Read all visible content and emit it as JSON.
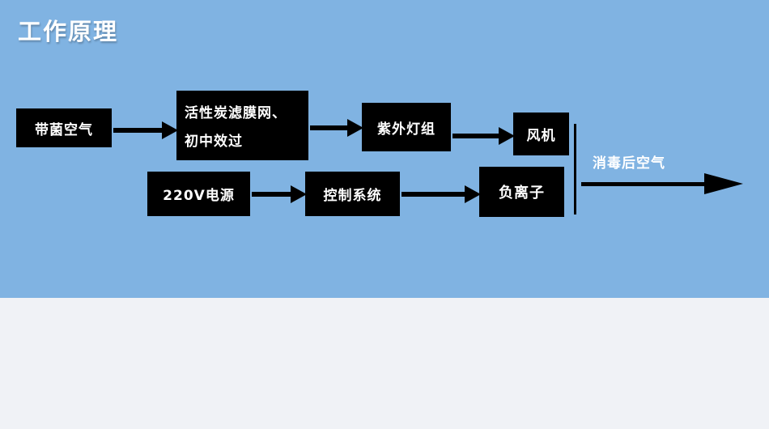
{
  "page": {
    "title": "工作原理"
  },
  "diagram": {
    "type": "flowchart",
    "nodes": [
      {
        "id": "contaminated-air",
        "label": "带菌空气"
      },
      {
        "id": "filter",
        "label_line1": "活性炭滤膜网、",
        "label_line2": "初中效过"
      },
      {
        "id": "uv-lamp-group",
        "label": "紫外灯组"
      },
      {
        "id": "fan",
        "label": "风机"
      },
      {
        "id": "power-supply",
        "label": "220V电源"
      },
      {
        "id": "control-system",
        "label": "控制系统"
      },
      {
        "id": "negative-ion",
        "label": "负离子"
      }
    ],
    "edges": [
      {
        "from": "contaminated-air",
        "to": "filter"
      },
      {
        "from": "filter",
        "to": "uv-lamp-group"
      },
      {
        "from": "uv-lamp-group",
        "to": "fan"
      },
      {
        "from": "power-supply",
        "to": "control-system"
      },
      {
        "from": "control-system",
        "to": "negative-ion"
      },
      {
        "from": "fan + negative-ion",
        "to": "output"
      }
    ],
    "output_label": "消毒后空气",
    "colors": {
      "background_top": "#80b3e2",
      "background_bottom": "#f0f2f6",
      "node_background": "#000000",
      "node_text": "#ffffff",
      "arrow": "#000000",
      "title_text": "#ffffff"
    }
  }
}
